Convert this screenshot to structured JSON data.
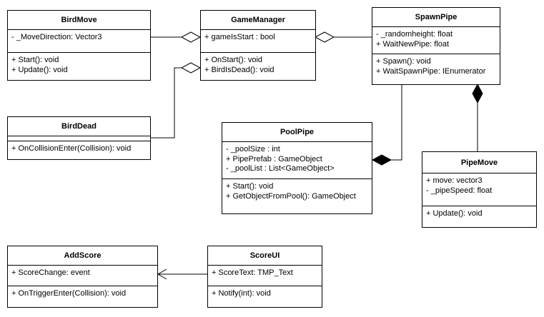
{
  "classes": {
    "birdMove": {
      "name": "BirdMove",
      "attributes": [
        "- _MoveDirection: Vector3"
      ],
      "operations": [
        "+ Start(): void",
        "+ Update(): void"
      ]
    },
    "gameManager": {
      "name": "GameManager",
      "attributes": [
        "+ gameIsStart : bool"
      ],
      "operations": [
        "+ OnStart(): void",
        "+ BirdIsDead(): void"
      ]
    },
    "spawnPipe": {
      "name": "SpawnPipe",
      "attributes": [
        "- _randomheight: float",
        "+ WaitNewPipe: float"
      ],
      "operations": [
        "+ Spawn(): void",
        "+ WaitSpawnPipe: IEnumerator"
      ]
    },
    "birdDead": {
      "name": "BirdDead",
      "attributes": [],
      "operations": [
        "+ OnCollisionEnter(Collision): void"
      ]
    },
    "poolPipe": {
      "name": "PoolPipe",
      "attributes": [
        "- _poolSize : int",
        "+ PipePrefab : GameObject",
        "- _poolList : List<GameObject>"
      ],
      "operations": [
        "+ Start(): void",
        "+ GetObjectFromPool(): GameObject"
      ]
    },
    "pipeMove": {
      "name": "PipeMove",
      "attributes": [
        "+ move: vector3",
        "- _pipeSpeed: float"
      ],
      "operations": [
        "+ Update(): void"
      ]
    },
    "addScore": {
      "name": "AddScore",
      "attributes": [
        "+ ScoreChange: event"
      ],
      "operations": [
        "+ OnTriggerEnter(Collision): void"
      ]
    },
    "scoreUI": {
      "name": "ScoreUI",
      "attributes": [
        "+ ScoreText: TMP_Text"
      ],
      "operations": [
        "+ Notify(int): void"
      ]
    }
  },
  "relationships": [
    {
      "from": "BirdMove",
      "to": "GameManager",
      "type": "aggregation"
    },
    {
      "from": "BirdDead",
      "to": "GameManager",
      "type": "aggregation"
    },
    {
      "from": "SpawnPipe",
      "to": "GameManager",
      "type": "aggregation"
    },
    {
      "from": "PipeMove",
      "to": "SpawnPipe",
      "type": "composition"
    },
    {
      "from": "SpawnPipe",
      "to": "PoolPipe",
      "type": "composition"
    },
    {
      "from": "ScoreUI",
      "to": "AddScore",
      "type": "association"
    }
  ]
}
